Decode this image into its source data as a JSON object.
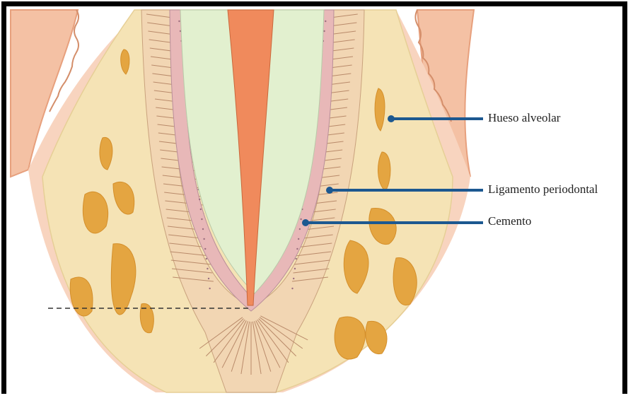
{
  "labels": {
    "hueso_alveolar": "Hueso alveolar",
    "ligamento_periodontal": "Ligamento periodontal",
    "cemento": "Cemento"
  },
  "colors": {
    "gingiva": "#f4c1a4",
    "gingiva_edge": "#e7a07d",
    "bone": "#f5e3b5",
    "marrow": "#e4a541",
    "dentin": "#e2f0cf",
    "pulp": "#f08a5c",
    "cementum": "#e8b8b8",
    "ligament_fiber": "#b98a6a",
    "leader_line": "#1c5890"
  }
}
